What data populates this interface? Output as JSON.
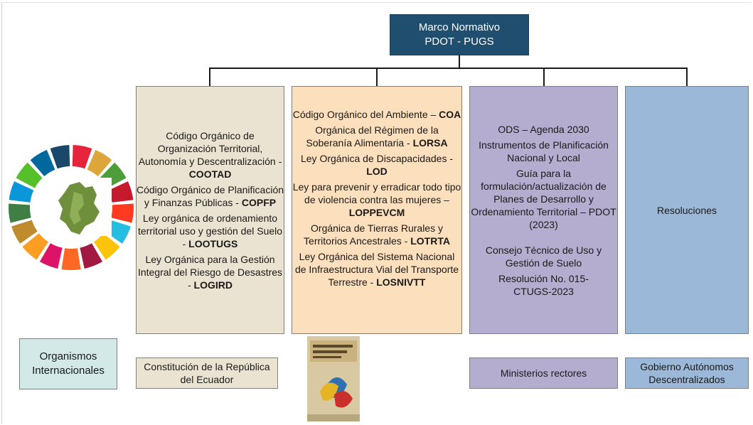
{
  "root": {
    "line1": "Marco Normativo",
    "line2": "PDOT - PUGS"
  },
  "col1": {
    "items": [
      {
        "text": "Código Orgánico de Organización Territorial, Autonomía y Descentralización - ",
        "code": "COOTAD"
      },
      {
        "text": "Código Orgánico de Planificación y Finanzas Públicas - ",
        "code": "COPFP"
      },
      {
        "text": "Ley orgánica de ordenamiento territorial uso y gestión del Suelo - ",
        "code": "LOOTUGS"
      },
      {
        "text": "Ley Orgánica para la Gestión Integral del Riesgo de Desastres - ",
        "code": "LOGIRD"
      }
    ]
  },
  "col2": {
    "items": [
      {
        "text": "Código Orgánico del Ambiente – ",
        "code": "COA"
      },
      {
        "text": "Orgánica del Régimen de la Soberanía Alimentaria - ",
        "code": "LORSA"
      },
      {
        "text": "Ley Orgánica de Discapacidades - ",
        "code": "LOD"
      },
      {
        "text": "Ley para prevenir y erradicar todo tipo de violencia contra las mujeres – ",
        "code": "LOPPEVCM"
      },
      {
        "text": "Orgánica de Tierras Rurales y Territorios Ancestrales - ",
        "code": "LOTRTA"
      },
      {
        "text": "Ley Orgánica del Sistema Nacional de Infraestructura Vial del Transporte Terrestre - ",
        "code": "LOSNIVTT"
      }
    ]
  },
  "col3": {
    "items": [
      "ODS – Agenda 2030",
      "Instrumentos de Planificación Nacional y Local",
      "Guía para la formulación/actualización de Planes de Desarrollo y Ordenamiento Territorial – PDOT (2023)",
      "Consejo Técnico de Uso y Gestión de Suelo",
      "Resolución No. 015-CTUGS-2023"
    ]
  },
  "col4": {
    "label": "Resoluciones"
  },
  "bottom": {
    "organismos": "Organismos Internacionales",
    "constitucion": "Constitución de la República del Ecuador",
    "ministerios": "Ministerios rectores",
    "gad": "Gobierno Autónomos Descentralizados"
  },
  "colors": {
    "root": "#1f4e6e",
    "col1": "#ebe3d1",
    "col2": "#fcdfbd",
    "col3": "#b4add0",
    "col4": "#9cb8d8",
    "organismos": "#d3e9e7"
  },
  "icons": {
    "sdg_wheel": "sdg-wheel-with-map-icon",
    "constitution_book": "constitution-book-cover-icon"
  }
}
